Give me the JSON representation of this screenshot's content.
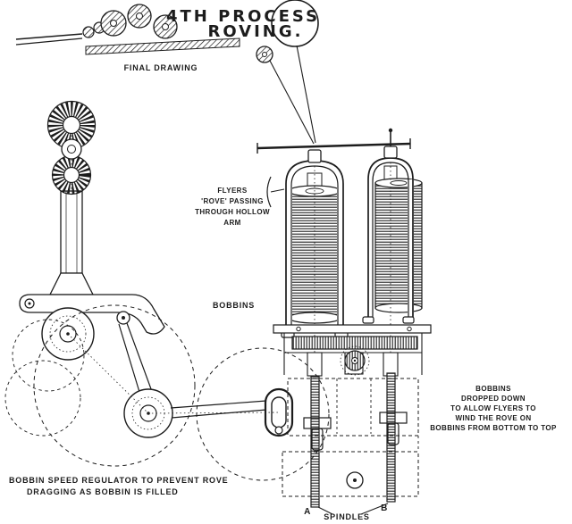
{
  "figure": {
    "title_line1": "4TH PROCESS",
    "title_line2": "ROVING.",
    "colors": {
      "ink": "#1c1c1c",
      "paper": "#ffffff"
    }
  },
  "labels": {
    "final_drawing": "FINAL DRAWING",
    "flyers_note": [
      "FLYERS",
      "'ROVE' PASSING",
      "THROUGH HOLLOW",
      "ARM"
    ],
    "bobbins": "BOBBINS",
    "bobbins_dropped": [
      "BOBBINS",
      "DROPPED DOWN",
      "TO ALLOW FLYERS TO",
      "WIND THE ROVE ON",
      "BOBBINS FROM BOTTOM TO TOP"
    ],
    "regulator_line1": "BOBBIN SPEED REGULATOR TO PREVENT ROVE",
    "regulator_line2": "DRAGGING AS BOBBIN IS FILLED",
    "spindles": "SPINDLES",
    "spindle_a": "A",
    "spindle_b": "B"
  }
}
